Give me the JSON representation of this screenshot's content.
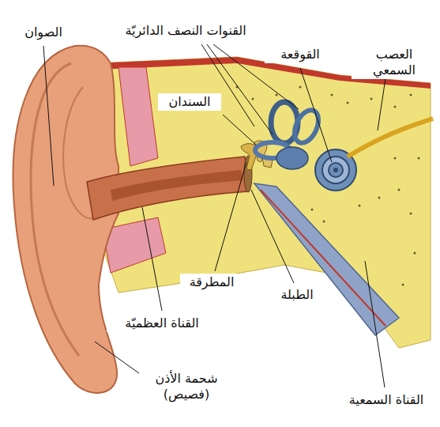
{
  "diagram": {
    "labels": [
      "الصوان",
      "القنوات النصف الدائريّة",
      "القوقعة",
      "العصب السمعي",
      "السندان",
      "المطرقة",
      "الطبلة",
      "القناة العظميّة",
      "شحمة الأذن (فصيص)",
      "القناة السمعية"
    ]
  }
}
